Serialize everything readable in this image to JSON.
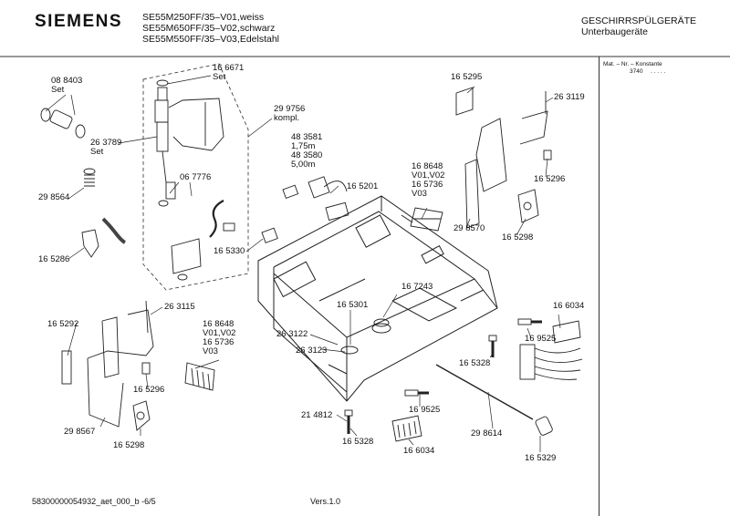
{
  "header": {
    "brand": "SIEMENS",
    "models": [
      "SE55M250FF/35–V01,weiss",
      "SE55M650FF/35–V02,schwarz",
      "SE55M550FF/35–V03,Edelstahl"
    ],
    "category": "GESCHIRRSPÜLGERÄTE",
    "subcategory": "Unterbaugeräte"
  },
  "sidebar": {
    "heading": "Mat. – Nr. – Konstante",
    "value": "3740",
    "dots": ". . . . ."
  },
  "footer": {
    "doc_id": "58300000054932_aet_000_b  -6/5",
    "version": "Vers.1.0"
  },
  "parts": {
    "p088403": [
      "08 8403",
      "Set"
    ],
    "p166671": [
      "16 6671",
      "Set"
    ],
    "p263789": [
      "26 3789",
      "Set"
    ],
    "p299756": [
      "29 9756",
      "kompl."
    ],
    "p298564": [
      "29 8564"
    ],
    "p067776": [
      "06 7776"
    ],
    "p483581": [
      "48 3581",
      "1,75m",
      "48 3580",
      "5,00m"
    ],
    "p165286": [
      "16 5286"
    ],
    "p165330": [
      "16 5330"
    ],
    "p165201": [
      "16 5201"
    ],
    "p168648a": [
      "16 8648",
      "V01,V02",
      "16 5736",
      "V03"
    ],
    "p165295": [
      "16 5295"
    ],
    "p263119": [
      "26 3119"
    ],
    "p165296a": [
      "16 5296"
    ],
    "p298570": [
      "29 8570"
    ],
    "p165298a": [
      "16 5298"
    ],
    "p167243": [
      "16 7243"
    ],
    "p165301": [
      "16 5301"
    ],
    "p263115": [
      "26 3115"
    ],
    "p165292": [
      "16 5292"
    ],
    "p168648b": [
      "16 8648",
      "V01,V02",
      "16 5736",
      "V03"
    ],
    "p263122": [
      "26 3122"
    ],
    "p263123": [
      "26 3123"
    ],
    "p166034a": [
      "16 6034"
    ],
    "p169525a": [
      "16 9525"
    ],
    "p165328a": [
      "16 5328"
    ],
    "p165296b": [
      "16 5296"
    ],
    "p298567": [
      "29 8567"
    ],
    "p165298b": [
      "16 5298"
    ],
    "p214812": [
      "21 4812"
    ],
    "p169525b": [
      "16 9525"
    ],
    "p165328b": [
      "16 5328"
    ],
    "p166034b": [
      "16 6034"
    ],
    "p298614": [
      "29 8614"
    ],
    "p165329": [
      "16 5329"
    ]
  }
}
